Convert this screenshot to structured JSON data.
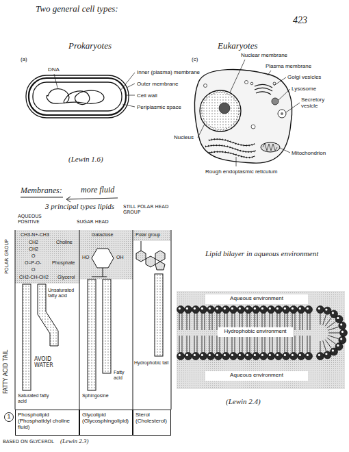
{
  "diagram": {
    "title": "Two general cell types:",
    "nodes": [
      {
        "text": [
          "Phospholipid (Phosphatidyl choline fluid)"
        ]
      },
      {
        "text": [
          "Glycolipid (Glycosphingolipid)"
        ]
      },
      {
        "text": [
          "Sterol (Cholesterol)"
        ]
      },
      {
        "text": [
          "Aqueous environment"
        ]
      },
      {
        "text": [
          "Hydrophobic environment"
        ]
      },
      {
        "text": [
          "Aqueous environment"
        ]
      }
    ],
    "labels": [
      "423",
      "Prokaryotes",
      "Eukaryotes",
      "(a)",
      "DNA",
      "Inner (plasma) membrane",
      "Outer membrane",
      "Cell wall",
      "Periplasmic space",
      "(Lewin 1.6)",
      "(c)",
      "Nuclear membrane",
      "Plasma membrane",
      "Golgi vesicles",
      "Lysosome",
      "Secretory vesicle",
      "Nucleus",
      "Mitochondrion",
      "Rough endoplasmic reticulum",
      "Membranes:",
      "more fluid",
      "3 principal types lipids",
      "AQUEOUS POSITIVE",
      "SUGAR HEAD",
      "STILL POLAR HEAD GROUP",
      "POLAR GROUP",
      "CH3-N+-CH3",
      "CH2",
      "Choline",
      "CH2",
      "O",
      "O=P-O-",
      "Phosphate",
      "O",
      "CH2-CH-CH2",
      "Glycerol",
      "Unsaturated fatty acid",
      "AVOID WATER",
      "Saturated fatty acid",
      "FATTY ACID TAIL",
      "Galactose",
      "HO",
      "OH",
      "Sphingosine",
      "Fatty acid",
      "Polar group",
      "Hydrophobic tail",
      "1",
      "BASED ON GLYCEROL",
      "(Lewin 2.3)",
      "Lipid bilayer in aqueous environment",
      "(Lewin 2.4)"
    ]
  }
}
